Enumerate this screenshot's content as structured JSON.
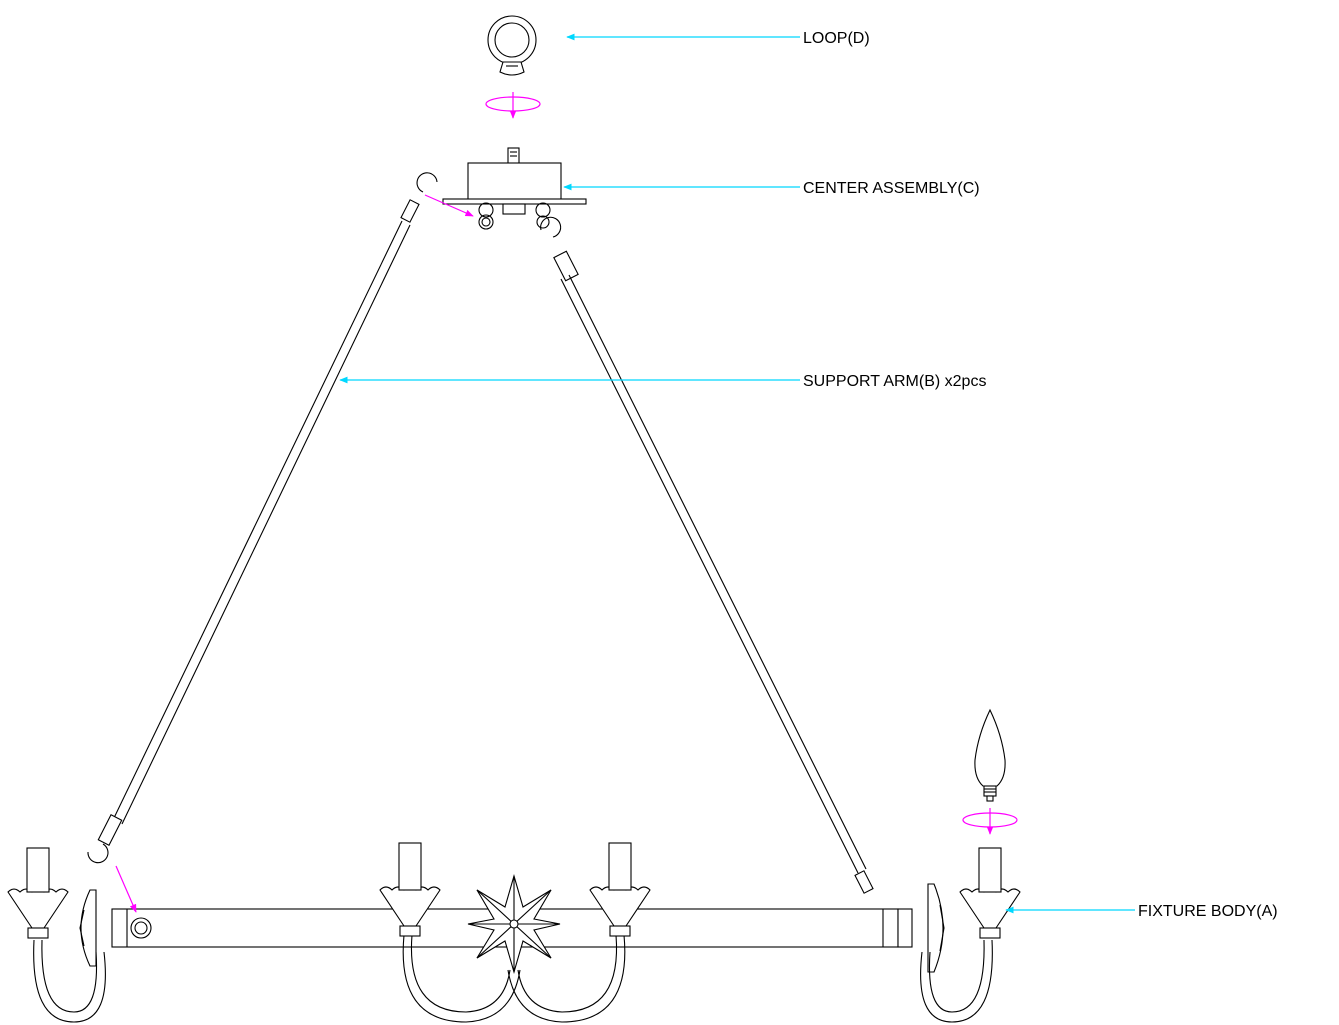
{
  "labels": {
    "loop": "LOOP(D)",
    "center_assembly": "CENTER ASSEMBLY(C)",
    "support_arm": "SUPPORT ARM(B) x2pcs",
    "fixture_body": "FIXTURE BODY(A)"
  },
  "colors": {
    "line": "#000000",
    "leader": "#00d8ff",
    "rotation_arrow": "#ff00ff"
  }
}
